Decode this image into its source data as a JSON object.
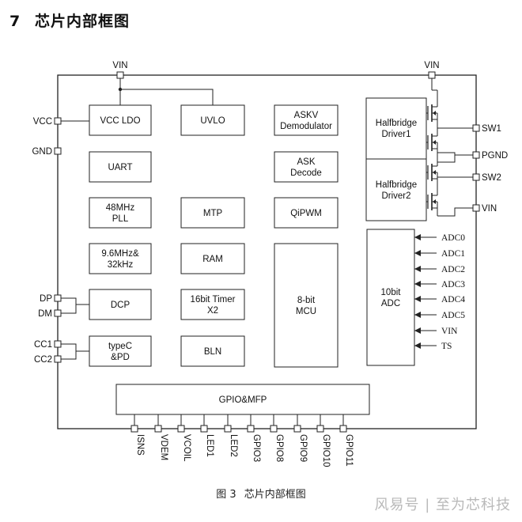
{
  "heading": {
    "number": "7",
    "title": "芯片内部框图"
  },
  "blocks": {
    "vcc_ldo": [
      "VCC LDO"
    ],
    "uvlo": [
      "UVLO"
    ],
    "askv": [
      "ASKV",
      "Demodulator"
    ],
    "uart": [
      "UART"
    ],
    "ask_decode": [
      "ASK",
      "Decode"
    ],
    "pll": [
      "48MHz",
      "PLL"
    ],
    "mtp": [
      "MTP"
    ],
    "qipwm": [
      "QiPWM"
    ],
    "osc": [
      "9.6MHz&",
      "32kHz"
    ],
    "ram": [
      "RAM"
    ],
    "dcp": [
      "DCP"
    ],
    "timer": [
      "16bit Timer",
      "X2"
    ],
    "mcu": [
      "8-bit",
      "MCU"
    ],
    "typec": [
      "typeC",
      "&PD"
    ],
    "bln": [
      "BLN"
    ],
    "hb1": [
      "Halfbridge",
      "Driver1"
    ],
    "hb2": [
      "Halfbridge",
      "Driver2"
    ],
    "adc": [
      "10bit",
      "ADC"
    ],
    "gpio": [
      "GPIO&MFP"
    ]
  },
  "pins": {
    "vin_top_left": "VIN",
    "vin_top_right": "VIN",
    "left": [
      "VCC",
      "GND",
      "DP",
      "DM",
      "CC1",
      "CC2"
    ],
    "right": [
      "SW1",
      "PGND",
      "SW2",
      "VIN"
    ],
    "bottom": [
      "ISNS",
      "VDEM",
      "VCOIL",
      "LED1",
      "LED2",
      "GPIO3",
      "GPIO8",
      "GPIO9",
      "GPIO10",
      "GPIO11"
    ]
  },
  "adc_inputs": [
    "ADC0",
    "ADC1",
    "ADC2",
    "ADC3",
    "ADC4",
    "ADC5",
    "VIN",
    "TS"
  ],
  "caption": {
    "label": "图 3",
    "title": "芯片内部框图"
  },
  "watermark": "风易号 | 至为芯科技",
  "colors": {
    "stroke": "#222222",
    "text": "#111111",
    "watermark": "#b9b9b9"
  }
}
